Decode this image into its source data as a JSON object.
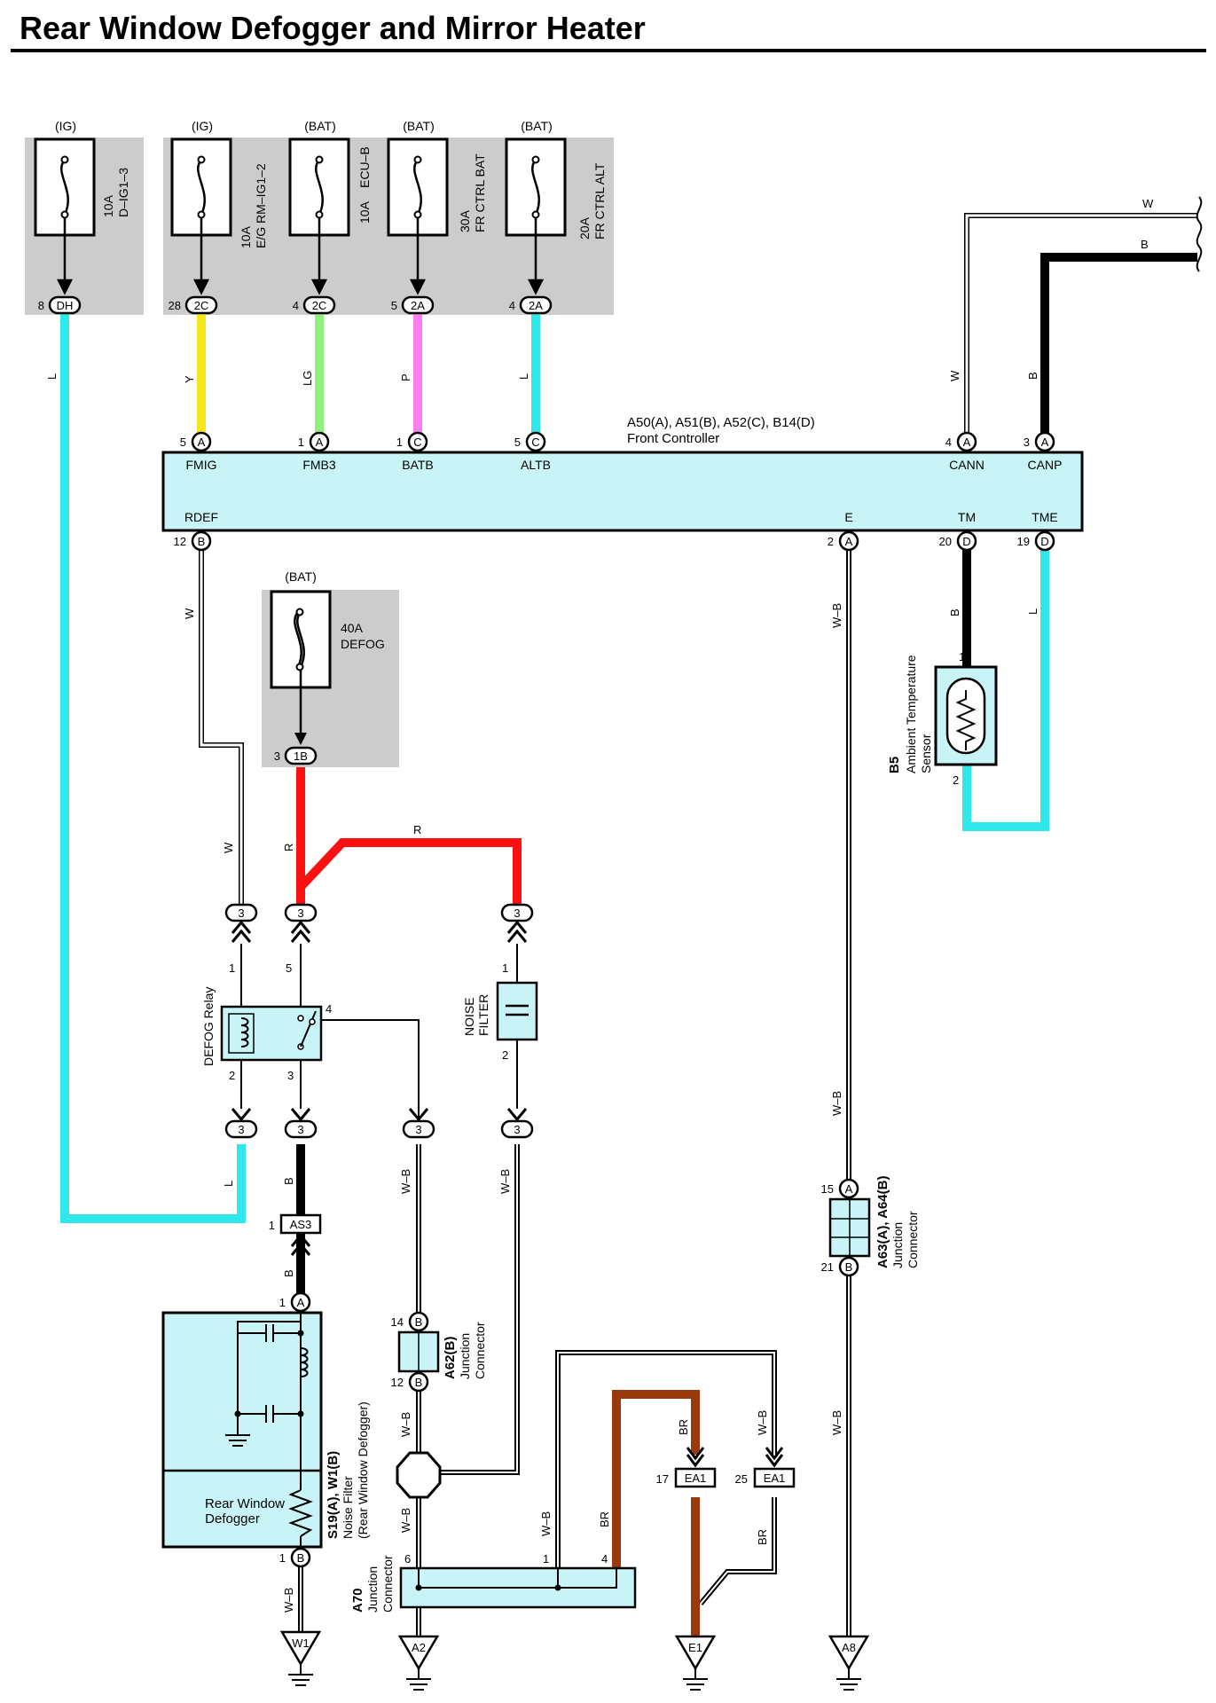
{
  "title": "Rear Window Defogger and Mirror Heater",
  "colors": {
    "L": "#2ee8ec",
    "Y": "#f7e61a",
    "LG": "#8ff07a",
    "P": "#ff7ef0",
    "R": "#ff1010",
    "B": "#000000",
    "BR": "#9a3a0c",
    "box": "#c8f4f7",
    "fuse_bg": "#cccccc"
  },
  "fuses": [
    {
      "power": "(IG)",
      "rating": "10A",
      "name": "D–IG1–3",
      "pin": "8",
      "conn": "DH"
    },
    {
      "power": "(IG)",
      "rating": "10A",
      "name": "E/G RM–IG1–2",
      "pin": "28",
      "conn": "2C"
    },
    {
      "power": "(BAT)",
      "rating": "10A",
      "name": "ECU–B",
      "pin": "4",
      "conn": "2C"
    },
    {
      "power": "(BAT)",
      "rating": "30A",
      "name": "FR CTRL BAT",
      "pin": "5",
      "conn": "2A"
    },
    {
      "power": "(BAT)",
      "rating": "20A",
      "name": "FR CTRL ALT",
      "pin": "4",
      "conn": "2A"
    },
    {
      "power": "(BAT)",
      "rating": "40A",
      "name": "DEFOG",
      "pin": "3",
      "conn": "1B"
    }
  ],
  "wires": {
    "dh": "L",
    "fmig": "Y",
    "fmb3": "LG",
    "batb": "P",
    "altb": "L",
    "w_top": "W",
    "b_top": "B",
    "cann": "W",
    "canp": "B",
    "rdef": "W",
    "rdef2": "W",
    "defog1": "R",
    "defog2": "R",
    "e": "W–B",
    "tm": "B",
    "tme": "L",
    "e2": "W–B",
    "e3": "W–B",
    "relay2": "L",
    "relay3": "B",
    "as3": "B",
    "relay4": "W–B",
    "nf2": "W–B",
    "s19": "W–B",
    "a62": "W–B",
    "a70l": "W–B",
    "ea1l": "W–B",
    "ea1l2": "W–B",
    "br1": "BR",
    "br2": "BR",
    "br3": "BR"
  },
  "controller": {
    "title": "A50(A), A51(B), A52(C), B14(D)",
    "name": "Front Controller",
    "top_pins": [
      {
        "num": "5",
        "conn": "A",
        "name": "FMIG"
      },
      {
        "num": "1",
        "conn": "A",
        "name": "FMB3"
      },
      {
        "num": "1",
        "conn": "C",
        "name": "BATB"
      },
      {
        "num": "5",
        "conn": "C",
        "name": "ALTB"
      },
      {
        "num": "4",
        "conn": "A",
        "name": "CANN"
      },
      {
        "num": "3",
        "conn": "A",
        "name": "CANP"
      }
    ],
    "bottom_pins": [
      {
        "num": "12",
        "conn": "B",
        "name": "RDEF"
      },
      {
        "num": "2",
        "conn": "A",
        "name": "E"
      },
      {
        "num": "20",
        "conn": "D",
        "name": "TM"
      },
      {
        "num": "19",
        "conn": "D",
        "name": "TME"
      }
    ]
  },
  "sensor": {
    "code": "B5",
    "name1": "Ambient Temperature",
    "name2": "Sensor",
    "pin1": "1",
    "pin2": "2"
  },
  "relay": {
    "name": "DEFOG Relay",
    "p1": "1",
    "p2": "2",
    "p3": "3",
    "p4": "4",
    "p5": "5"
  },
  "noise_filter": {
    "name1": "NOISE",
    "name2": "FILTER",
    "p1": "1",
    "p2": "2"
  },
  "inline_conn": "3",
  "as3": {
    "pin": "1",
    "name": "AS3"
  },
  "a63": {
    "code": "A63(A), A64(B)",
    "name1": "Junction",
    "name2": "Connector",
    "p_top": "15",
    "c_top": "A",
    "p_bot": "21",
    "c_bot": "B"
  },
  "a62": {
    "code": "A62(B)",
    "name1": "Junction",
    "name2": "Connector",
    "p_top": "14",
    "c_top": "B",
    "p_bot": "12",
    "c_bot": "B"
  },
  "defogger": {
    "code": "S19(A), W1(B)",
    "name1": "Noise Filter",
    "name2": "(Rear Window Defogger)",
    "label1": "Rear Window",
    "label2": "Defogger",
    "p_top": "1",
    "c_top": "A",
    "p_bot": "1",
    "c_bot": "B"
  },
  "a70": {
    "code": "A70",
    "name1": "Junction",
    "name2": "Connector",
    "p6": "6",
    "p1": "1",
    "p4": "4"
  },
  "ea1": [
    {
      "pin": "17",
      "name": "EA1"
    },
    {
      "pin": "25",
      "name": "EA1"
    }
  ],
  "grounds": [
    "W1",
    "A2",
    "E1",
    "A8"
  ]
}
